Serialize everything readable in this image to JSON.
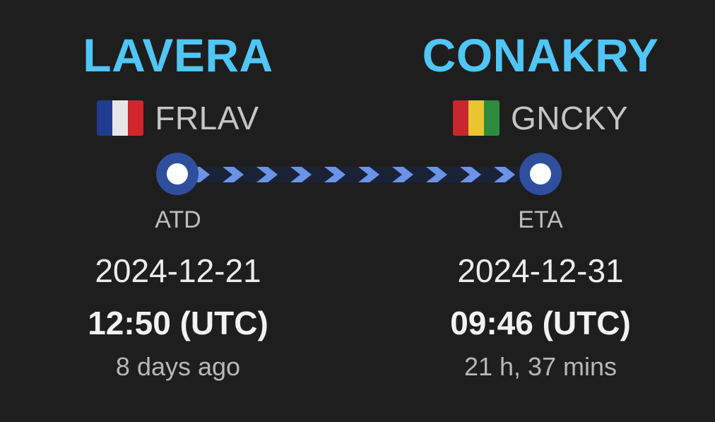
{
  "origin": {
    "port_name": "LAVERA",
    "locode": "FRLAV",
    "flag_icon": "france-flag-icon",
    "time_label": "ATD",
    "date": "2024-12-21",
    "time": "12:50 (UTC)",
    "relative": "8 days ago"
  },
  "destination": {
    "port_name": "CONAKRY",
    "locode": "GNCKY",
    "flag_icon": "guinea-flag-icon",
    "time_label": "ETA",
    "date": "2024-12-31",
    "time": "09:46 (UTC)",
    "relative": "21 h, 37 mins"
  },
  "colors": {
    "port_name": "#4fc6f7",
    "route_marker_ring": "#2f4f9e",
    "route_arrows": "#6b93e6",
    "background": "#1e1e1e"
  }
}
